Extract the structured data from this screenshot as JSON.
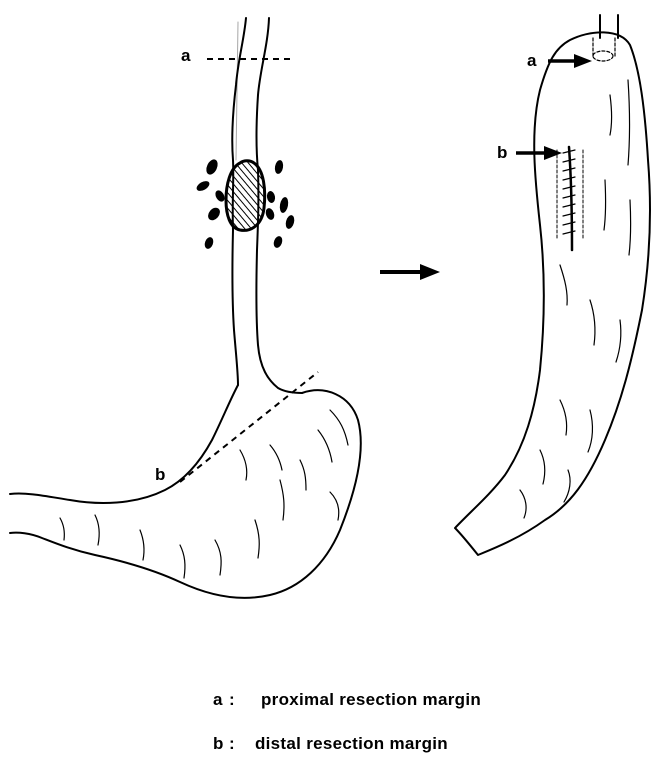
{
  "figure": {
    "left_drawing": {
      "label_a": "a",
      "label_b": "b"
    },
    "right_drawing": {
      "label_a": "a",
      "label_b": "b"
    },
    "legend": [
      {
        "key": "a",
        "separator": ":",
        "text": "proximal resection margin"
      },
      {
        "key": "b",
        "separator": ":",
        "text": "distal resection margin"
      }
    ]
  }
}
